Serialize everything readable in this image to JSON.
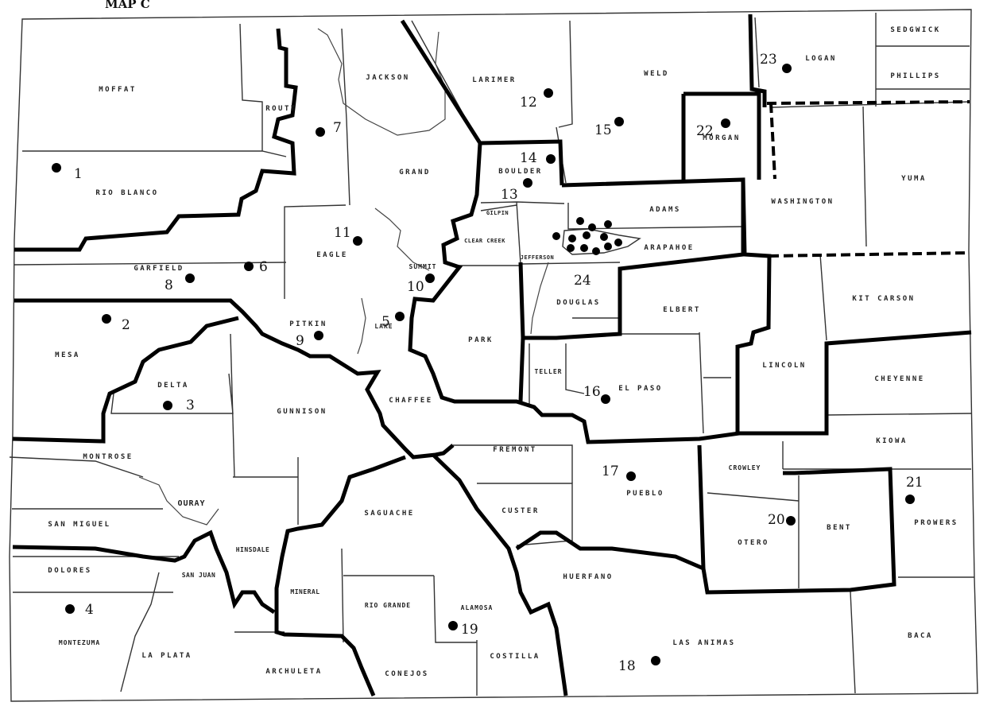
{
  "title": "MAP C",
  "counties": [
    {
      "key": "moffat",
      "label": "MOFFAT"
    },
    {
      "key": "routt",
      "label": "ROUTT"
    },
    {
      "key": "jackson",
      "label": "JACKSON"
    },
    {
      "key": "larimer",
      "label": "LARIMER"
    },
    {
      "key": "weld",
      "label": "WELD"
    },
    {
      "key": "logan",
      "label": "LOGAN"
    },
    {
      "key": "sedgwick",
      "label": "SEDGWICK"
    },
    {
      "key": "phillips",
      "label": "PHILLIPS"
    },
    {
      "key": "rio_blanco",
      "label": "RIO BLANCO"
    },
    {
      "key": "grand",
      "label": "GRAND"
    },
    {
      "key": "boulder",
      "label": "BOULDER"
    },
    {
      "key": "morgan",
      "label": "MORGAN"
    },
    {
      "key": "yuma",
      "label": "YUMA"
    },
    {
      "key": "washington",
      "label": "WASHINGTON"
    },
    {
      "key": "adams",
      "label": "ADAMS"
    },
    {
      "key": "gilpin",
      "label": "GILPIN"
    },
    {
      "key": "clear_creek",
      "label": "CLEAR CREEK"
    },
    {
      "key": "jefferson",
      "label": "JEFFERSON"
    },
    {
      "key": "arapahoe",
      "label": "ARAPAHOE"
    },
    {
      "key": "garfield",
      "label": "GARFIELD"
    },
    {
      "key": "eagle",
      "label": "EAGLE"
    },
    {
      "key": "summit",
      "label": "SUMMIT"
    },
    {
      "key": "douglas",
      "label": "DOUGLAS"
    },
    {
      "key": "elbert",
      "label": "ELBERT"
    },
    {
      "key": "kit_carson",
      "label": "KIT CARSON"
    },
    {
      "key": "mesa",
      "label": "MESA"
    },
    {
      "key": "pitkin",
      "label": "PITKIN"
    },
    {
      "key": "lake",
      "label": "LAKE"
    },
    {
      "key": "park",
      "label": "PARK"
    },
    {
      "key": "lincoln",
      "label": "LINCOLN"
    },
    {
      "key": "delta",
      "label": "DELTA"
    },
    {
      "key": "gunnison",
      "label": "GUNNISON"
    },
    {
      "key": "chaffee",
      "label": "CHAFFEE"
    },
    {
      "key": "teller",
      "label": "TELLER"
    },
    {
      "key": "el_paso",
      "label": "EL PASO"
    },
    {
      "key": "cheyenne",
      "label": "CHEYENNE"
    },
    {
      "key": "montrose",
      "label": "MONTROSE"
    },
    {
      "key": "fremont",
      "label": "FREMONT"
    },
    {
      "key": "kiowa",
      "label": "KIOWA"
    },
    {
      "key": "ouray",
      "label": "OURAY"
    },
    {
      "key": "crowley",
      "label": "CROWLEY"
    },
    {
      "key": "custer",
      "label": "CUSTER"
    },
    {
      "key": "pueblo",
      "label": "PUEBLO"
    },
    {
      "key": "san_miguel",
      "label": "SAN MIGUEL"
    },
    {
      "key": "saguache",
      "label": "SAGUACHE"
    },
    {
      "key": "prowers",
      "label": "PROWERS"
    },
    {
      "key": "otero",
      "label": "OTERO"
    },
    {
      "key": "bent",
      "label": "BENT"
    },
    {
      "key": "hinsdale",
      "label": "HINSDALE"
    },
    {
      "key": "dolores",
      "label": "DOLORES"
    },
    {
      "key": "san_juan",
      "label": "SAN JUAN"
    },
    {
      "key": "huerfano",
      "label": "HUERFANO"
    },
    {
      "key": "mineral",
      "label": "MINERAL"
    },
    {
      "key": "rio_grande",
      "label": "RIO GRANDE"
    },
    {
      "key": "alamosa",
      "label": "ALAMOSA"
    },
    {
      "key": "montezuma",
      "label": "MONTEZUMA"
    },
    {
      "key": "la_plata",
      "label": "LA PLATA"
    },
    {
      "key": "las_animas",
      "label": "LAS ANIMAS"
    },
    {
      "key": "baca",
      "label": "BACA"
    },
    {
      "key": "costilla",
      "label": "COSTILLA"
    },
    {
      "key": "archuleta",
      "label": "ARCHULETA"
    },
    {
      "key": "conejos",
      "label": "CONEJOS"
    }
  ],
  "districts": [
    "1",
    "2",
    "3",
    "4",
    "5",
    "6",
    "7",
    "8",
    "9",
    "10",
    "11",
    "12",
    "13",
    "14",
    "15",
    "16",
    "17",
    "18",
    "19",
    "20",
    "21",
    "22",
    "23",
    "24"
  ]
}
